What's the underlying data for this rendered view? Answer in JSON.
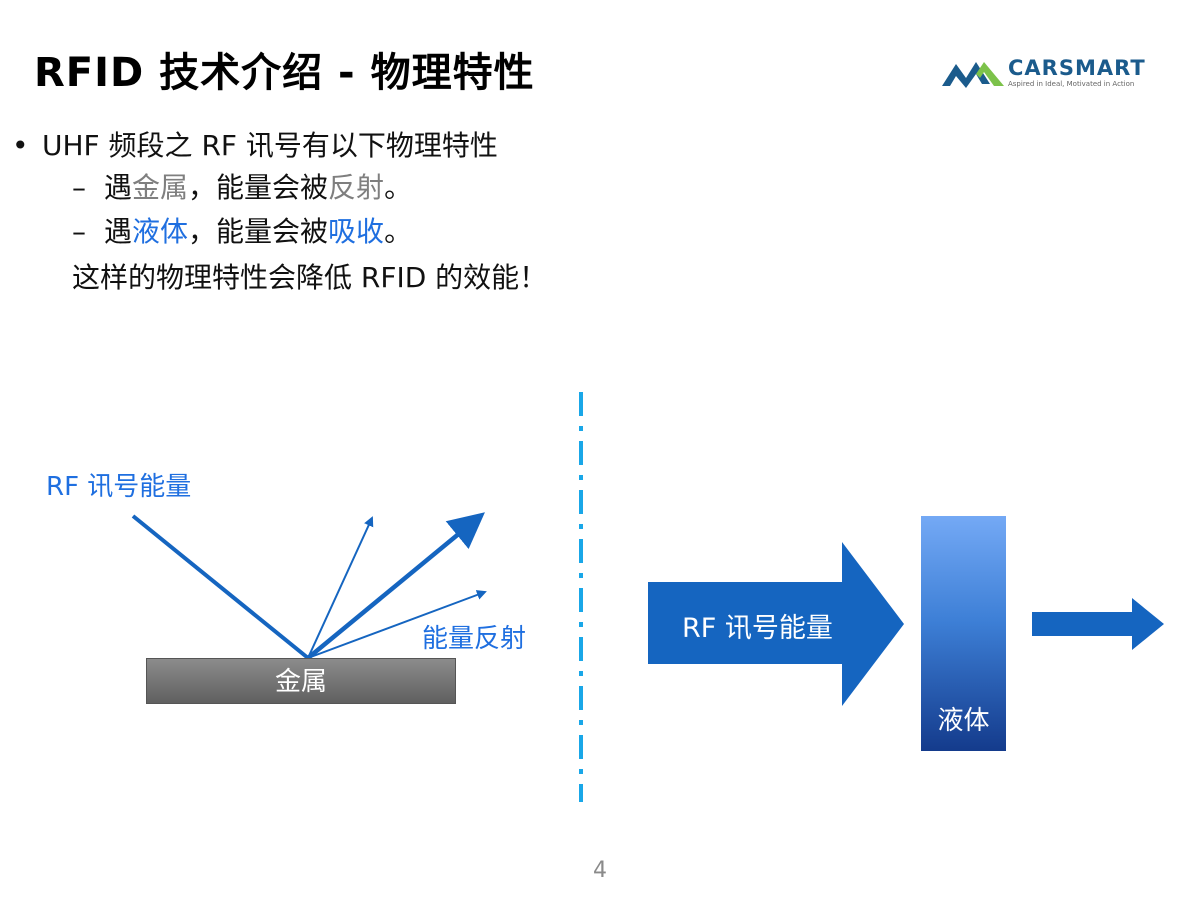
{
  "title": "RFID 技术介绍 - 物理特性",
  "logo": {
    "name": "CARSMART",
    "tagline": "Aspired in Ideal, Motivated in Action"
  },
  "content": {
    "bullet_main": "UHF 频段之 RF 讯号有以下物理特性",
    "sub1": {
      "dash": "–",
      "prefix": "遇",
      "keyword1": "金属",
      "middle": "，能量会被",
      "keyword2": "反射",
      "suffix": "。"
    },
    "sub2": {
      "dash": "–",
      "prefix": "遇",
      "keyword1": "液体",
      "middle": "，能量会被",
      "keyword2": "吸收",
      "suffix": "。"
    },
    "conclusion": "这样的物理特性会降低 RFID 的效能！"
  },
  "diagram_left": {
    "signal_label": "RF 讯号能量",
    "reflect_label": "能量反射",
    "surface_label": "金属"
  },
  "diagram_right": {
    "signal_label": "RF 讯号能量",
    "medium_label": "液体"
  },
  "colors": {
    "accent_blue": "#1f6fe0",
    "arrow_blue": "#1565c0",
    "divider_blue": "#19a7e8",
    "keyword_gray": "#7f7f7f"
  },
  "page_number": "4"
}
